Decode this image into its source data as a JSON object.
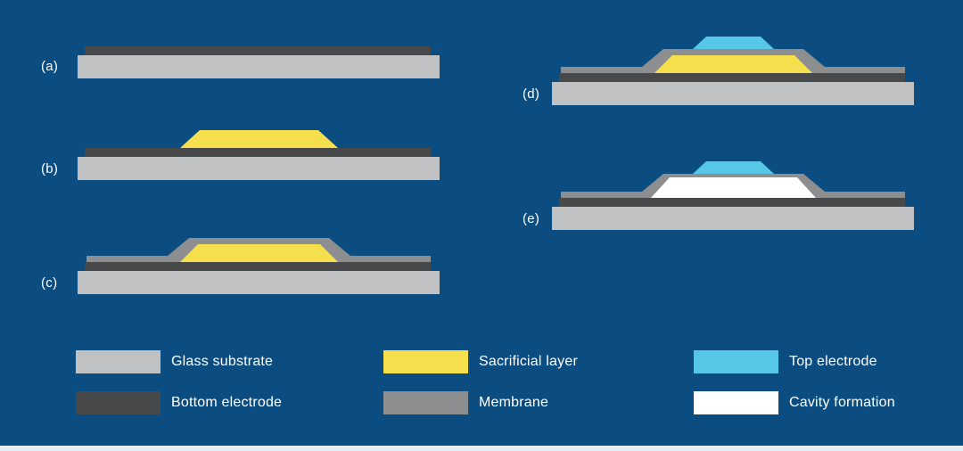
{
  "figure": {
    "steps": [
      {
        "id": "a",
        "label": "(a)"
      },
      {
        "id": "b",
        "label": "(b)"
      },
      {
        "id": "c",
        "label": "(c)"
      },
      {
        "id": "d",
        "label": "(d)"
      },
      {
        "id": "e",
        "label": "(e)"
      }
    ],
    "legend": [
      {
        "label": "Glass substrate",
        "color_key": "glass"
      },
      {
        "label": "Sacrificial layer",
        "color_key": "sacrificial"
      },
      {
        "label": "Top electrode",
        "color_key": "top_electrode"
      },
      {
        "label": "Bottom electrode",
        "color_key": "bottom_electrode"
      },
      {
        "label": "Membrane",
        "color_key": "membrane"
      },
      {
        "label": "Cavity formation",
        "color_key": "cavity"
      }
    ]
  },
  "colors": {
    "background": "#0b4d80",
    "glass": "#bfc1c3",
    "bottom_electrode": "#48494b",
    "sacrificial": "#f5df4d",
    "membrane": "#8c8e90",
    "top_electrode": "#57c7e8",
    "cavity": "#ffffff",
    "text": "#ffffff",
    "bottom_strip": "#e8ecef"
  }
}
